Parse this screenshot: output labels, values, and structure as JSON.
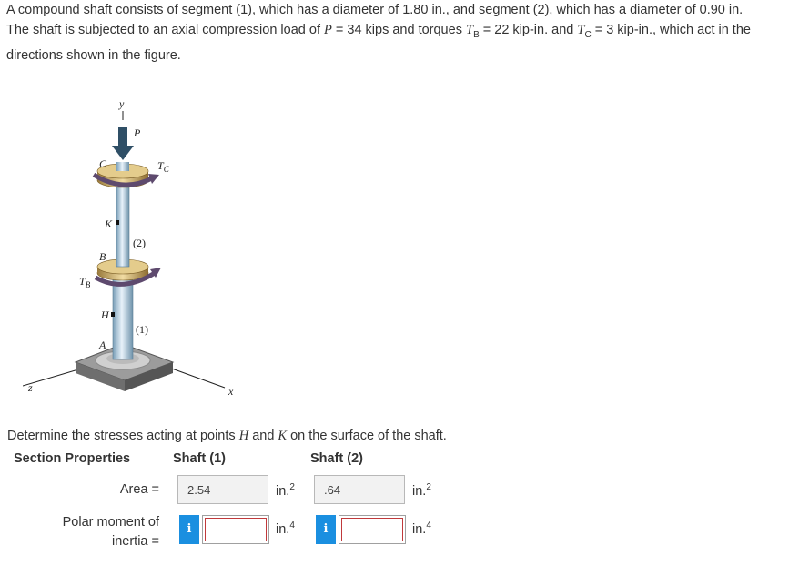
{
  "problem": {
    "line1_a": "A compound shaft consists of segment (1), which has a diameter of 1.80 in., and segment (2), which has a diameter of 0.90 in.",
    "line2_a": "The shaft is subjected to an axial compression load of ",
    "P_sym": "P",
    "line2_b": " = 34 kips and torques ",
    "TB_sym": "T",
    "TB_sub": "B",
    "line2_c": " = 22 kip-in. and ",
    "TC_sym": "T",
    "TC_sub": "C",
    "line2_d": " = 3 kip-in., which act in the",
    "line3": "directions shown in the figure."
  },
  "figure": {
    "labels": {
      "y": "y",
      "P": "P",
      "C": "C",
      "TC": "T",
      "TC_sub": "C",
      "K": "K",
      "seg2": "(2)",
      "B": "B",
      "TB": "T",
      "TB_sub": "B",
      "H": "H",
      "seg1": "(1)",
      "A": "A",
      "z": "z",
      "x": "x"
    }
  },
  "determine": {
    "a": "Determine the stresses acting at points ",
    "H": "H",
    "b": " and ",
    "K": "K",
    "c": " on the surface of the shaft."
  },
  "table": {
    "section_header": "Section Properties",
    "shaft1_header": "Shaft (1)",
    "shaft2_header": "Shaft (2)",
    "area_label": "Area =",
    "area_shaft1": "2.54",
    "area_shaft2": ".64",
    "area_unit": "in.",
    "area_unit_exp": "2",
    "polar_label_1": "Polar moment of",
    "polar_label_2": "inertia =",
    "polar_unit": "in.",
    "polar_unit_exp": "4",
    "info_glyph": "i"
  }
}
